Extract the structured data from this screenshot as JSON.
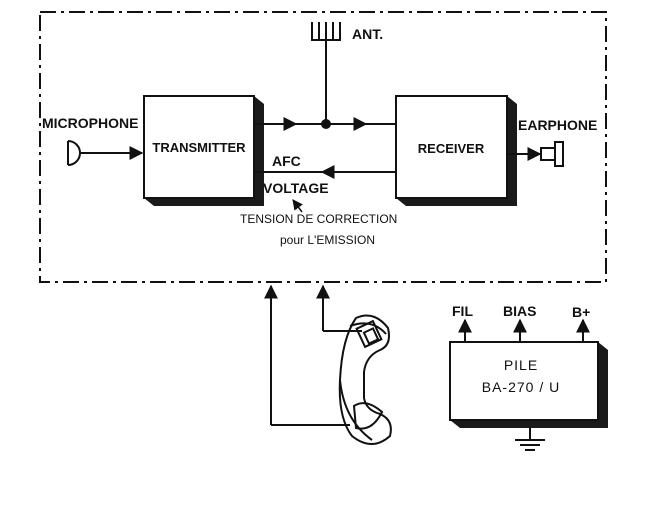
{
  "labels": {
    "antenna": "ANT.",
    "microphone": "MICROPHONE",
    "earphone": "EARPHONE",
    "transmitter": "TRANSMITTER",
    "receiver": "RECEIVER",
    "afc": "AFC",
    "voltage": "VOLTAGE",
    "tension_line1": "TENSION DE CORRECTION",
    "tension_line2": "pour L'EMISSION",
    "fil": "FIL",
    "bias": "BIAS",
    "bplus": "B+",
    "pile_line1": "PILE",
    "pile_line2": "BA-270 / U"
  },
  "colors": {
    "ink": "#111111",
    "block_shadow": "#1a1a1a",
    "background": "#ffffff"
  },
  "icons": [
    "antenna-icon",
    "microphone-icon",
    "earphone-icon",
    "handset-icon",
    "ground-icon"
  ]
}
